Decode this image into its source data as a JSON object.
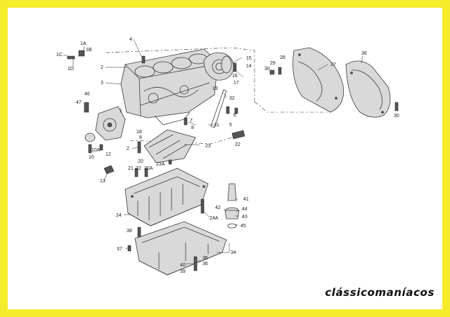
{
  "watermark": "clássicomaníacos",
  "colors": {
    "border": "#f5ec2c",
    "background": "#ffffff",
    "ink": "#1a1a1a"
  },
  "labels": {
    "l1": "1",
    "l1a": "1A",
    "l1b": "1B",
    "l1c": "1C",
    "l1d": "1D",
    "l2": "2",
    "l3": "3",
    "l4": "4",
    "l5": "5",
    "l6": "6",
    "l7": "7",
    "l8": "8",
    "l10": "10",
    "l10a": "10A",
    "l12": "12",
    "l13": "13",
    "l14": "14",
    "l15": "15",
    "l16": "16",
    "l17": "17",
    "l18": "18",
    "l19": "19",
    "l20": "20",
    "l20a": "20A",
    "l21": "21",
    "l22": "22",
    "l23": "23",
    "l23a": "23A",
    "l24": "24",
    "l24a": "24A",
    "l27": "27",
    "l28": "28",
    "l29": "29",
    "l30": "30",
    "l31": "31",
    "l32": "32",
    "l34": "34",
    "l35": "35",
    "l36": "36",
    "l37": "37",
    "l38": "38",
    "l39": "39",
    "l40": "40",
    "l41": "41",
    "l42": "42",
    "l43": "43",
    "l44": "44",
    "l45": "45",
    "l46": "46",
    "l47": "47"
  }
}
